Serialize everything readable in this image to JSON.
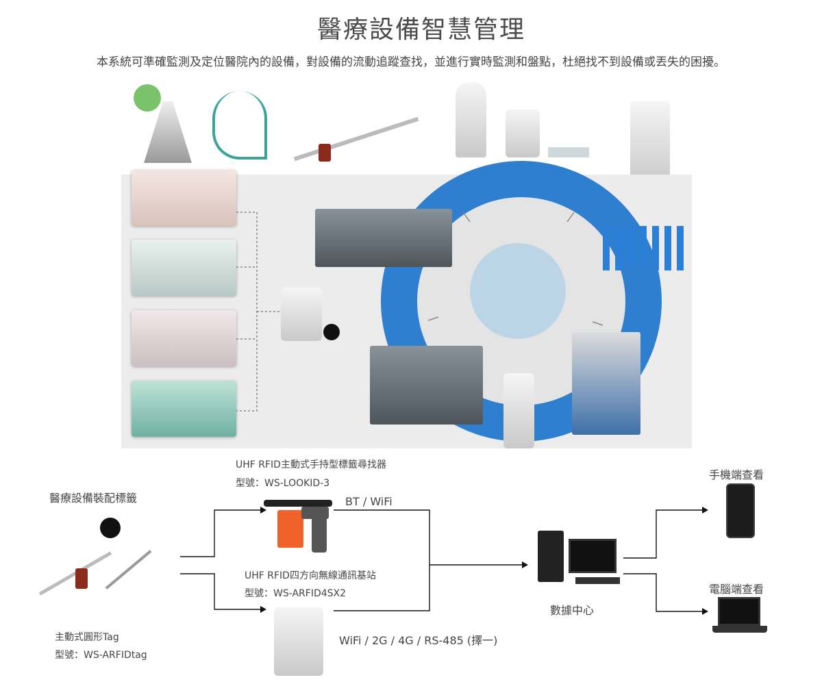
{
  "title": "醫療設備智慧管理",
  "subtitle": "本系統可準確監測及定位醫院內的設備，對設備的流動追蹤查找，並進行實時監測和盤點，杜絕找不到設備或丟失的困擾。",
  "flow": {
    "tag_section_title": "醫療設備裝配標籤",
    "tag_name": "主動式圓形Tag",
    "tag_model": "型號：WS-ARFIDtag",
    "handheld_name": "UHF RFID主動式手持型標籤尋找器",
    "handheld_model": "型號：WS-LOOKID-3",
    "handheld_link": "BT / WiFi",
    "base_name": "UHF RFID四方向無線通訊基站",
    "base_model": "型號：WS-ARFID4SX2",
    "base_link": "WiFi / 2G / 4G / RS-485 (擇一)",
    "datacenter": "數據中心",
    "mobile": "手機端查看",
    "pc": "電腦端查看"
  },
  "colors": {
    "ring": "#2f7fd0",
    "tag_orange": "#f0622a"
  }
}
